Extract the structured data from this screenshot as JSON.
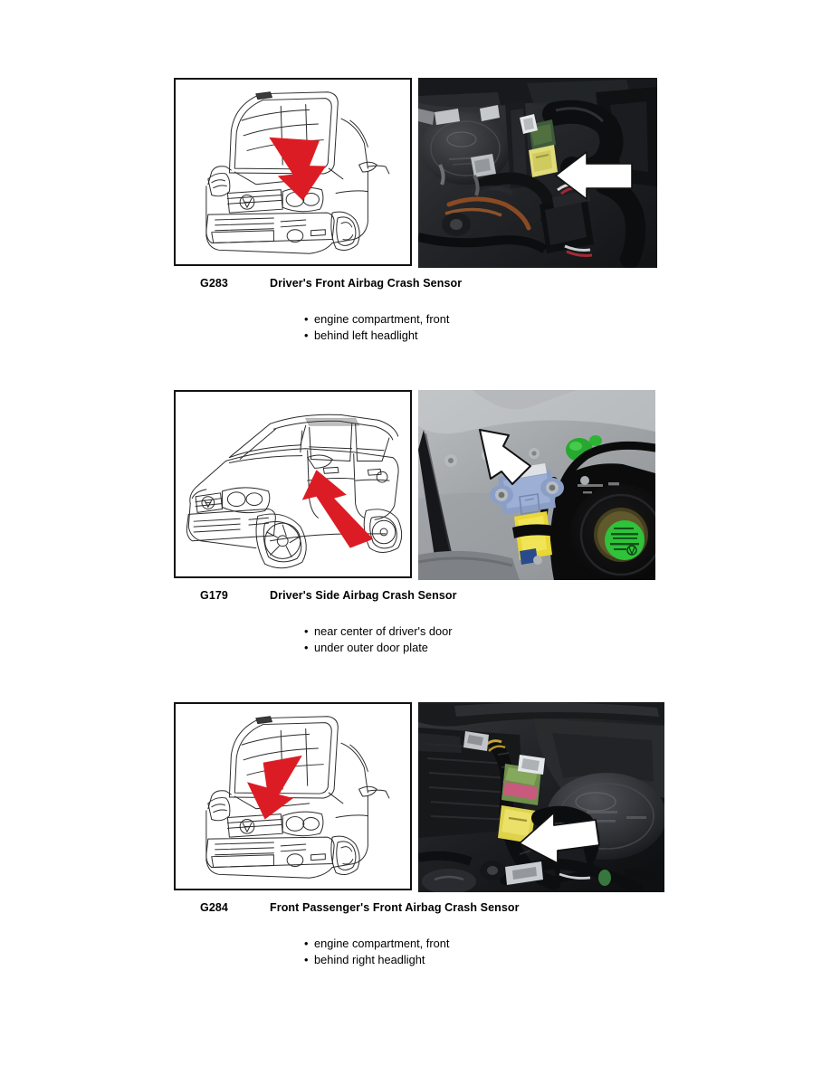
{
  "document": {
    "type": "vehicle-service-manual-page",
    "background_color": "#ffffff",
    "arrow_colors": {
      "illustration_arrow": "#DC1C24",
      "photo_arrow": "#ffffff"
    }
  },
  "sections": [
    {
      "code": "G283",
      "title": "Driver's Front Airbag Crash Sensor",
      "bullets": [
        "engine compartment, front",
        "behind left headlight"
      ],
      "illustration": {
        "name": "golf-front-three-quarter-hood-open",
        "description": "Line drawing of hatchback with hood raised, front three-quarter view",
        "arrow_direction": "down-right",
        "arrow_color": "#DC1C24"
      },
      "photo": {
        "name": "engine-bay-left-headlight-sensor-photo",
        "description": "Dark engine compartment photo, yellow-green connector at center",
        "arrow_direction": "left",
        "arrow_color": "#ffffff"
      }
    },
    {
      "code": "G179",
      "title": "Driver's Side Airbag Crash Sensor",
      "bullets": [
        "near center of driver's door",
        "under outer door plate"
      ],
      "illustration": {
        "name": "jetta-sedan-three-quarter-view",
        "description": "Line drawing of sedan, front three-quarter view, doors closed",
        "arrow_direction": "up-left",
        "arrow_color": "#DC1C24"
      },
      "photo": {
        "name": "door-interior-side-crash-sensor-photo",
        "description": "Grey door inner panel with blue sensor, yellow connector, green grommet and speaker",
        "arrow_direction": "down-right",
        "arrow_color": "#ffffff"
      }
    },
    {
      "code": "G284",
      "title": "Front Passenger's Front Airbag Crash Sensor",
      "bullets": [
        "engine compartment, front",
        "behind right headlight"
      ],
      "illustration": {
        "name": "golf-front-three-quarter-hood-open",
        "description": "Line drawing of hatchback with hood raised, front three-quarter view",
        "arrow_direction": "down-left",
        "arrow_color": "#DC1C24"
      },
      "photo": {
        "name": "engine-bay-right-headlight-sensor-photo",
        "description": "Dark engine compartment photo, green and yellow connectors left of centre",
        "arrow_direction": "left",
        "arrow_color": "#ffffff"
      }
    }
  ],
  "bullet_glyph": "•"
}
